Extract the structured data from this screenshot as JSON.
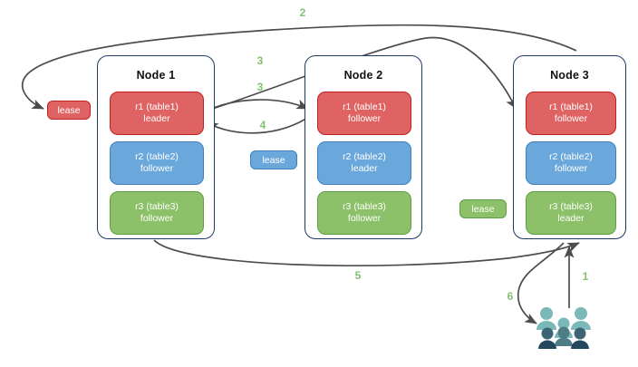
{
  "diagram": {
    "title": "Raft lease / replica routing diagram",
    "colors": {
      "red": "#df6363",
      "red_border": "#c0211f",
      "blue": "#6aa8db",
      "blue_border": "#3f7fbf",
      "green": "#8cc069",
      "green_border": "#5f9e44",
      "node_border": "#1f3864",
      "arrow": "#4d4d4d",
      "label_green": "#82c070",
      "user_light": "#7bb9b9",
      "user_dark": "#3d6472"
    }
  },
  "nodes": [
    {
      "title": "Node 1",
      "replicas": [
        {
          "name": "r1 (table1)",
          "role": "leader",
          "color": "red"
        },
        {
          "name": "r2 (table2)",
          "role": "follower",
          "color": "blue"
        },
        {
          "name": "r3 (table3)",
          "role": "follower",
          "color": "green"
        }
      ]
    },
    {
      "title": "Node 2",
      "replicas": [
        {
          "name": "r1 (table1)",
          "role": "follower",
          "color": "red"
        },
        {
          "name": "r2 (table2)",
          "role": "leader",
          "color": "blue"
        },
        {
          "name": "r3 (table3)",
          "role": "follower",
          "color": "green"
        }
      ]
    },
    {
      "title": "Node 3",
      "replicas": [
        {
          "name": "r1 (table1)",
          "role": "follower",
          "color": "red"
        },
        {
          "name": "r2 (table2)",
          "role": "follower",
          "color": "blue"
        },
        {
          "name": "r3 (table3)",
          "role": "leader",
          "color": "green"
        }
      ]
    }
  ],
  "leases": [
    {
      "label": "lease",
      "color": "red"
    },
    {
      "label": "lease",
      "color": "blue"
    },
    {
      "label": "lease",
      "color": "green"
    }
  ],
  "edge_labels": [
    {
      "id": "step-2",
      "text": "2"
    },
    {
      "id": "step-3a",
      "text": "3"
    },
    {
      "id": "step-3b",
      "text": "3"
    },
    {
      "id": "step-4",
      "text": "4"
    },
    {
      "id": "step-5",
      "text": "5"
    },
    {
      "id": "step-1",
      "text": "1"
    },
    {
      "id": "step-6",
      "text": "6"
    }
  ],
  "client": {
    "icon": "users-icon"
  }
}
